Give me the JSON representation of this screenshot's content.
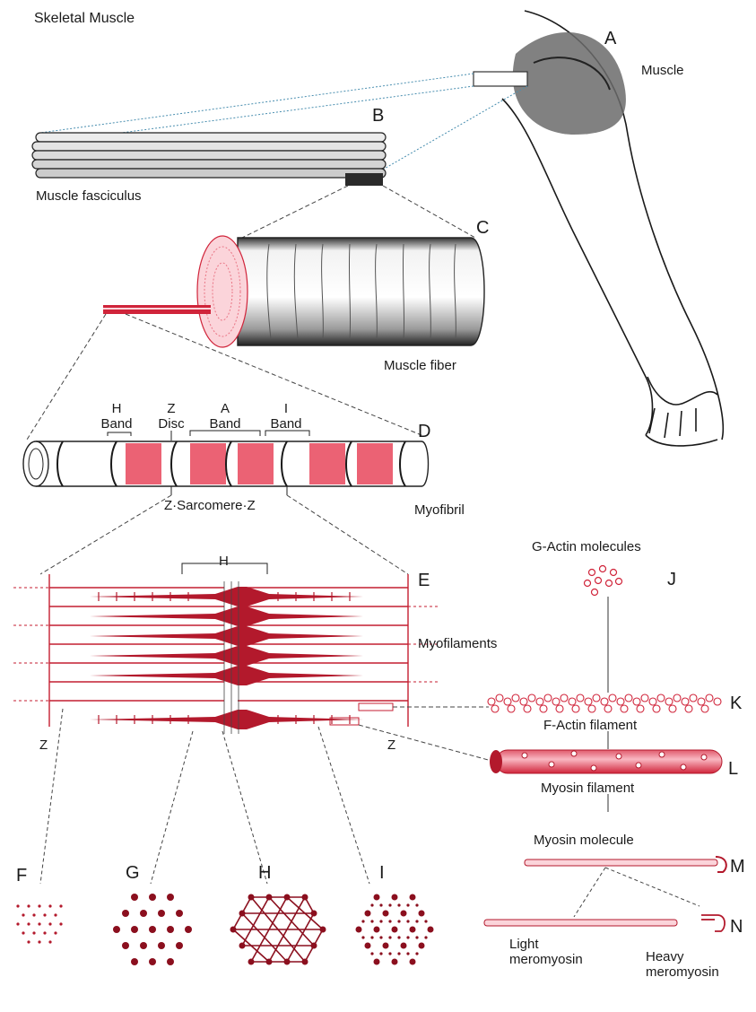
{
  "title": "Skeletal Muscle",
  "colors": {
    "ink": "#1a1a1a",
    "accent": "#d0243a",
    "dark_red": "#8b0f1e",
    "pink": "#f4a0ad",
    "light_pink": "#fbd4da"
  },
  "letters": {
    "A": "A",
    "B": "B",
    "C": "C",
    "D": "D",
    "E": "E",
    "F": "F",
    "G": "G",
    "H": "H",
    "I": "I",
    "J": "J",
    "K": "K",
    "L": "L",
    "M": "M",
    "N": "N"
  },
  "labels": {
    "muscle": "Muscle",
    "fasciculus": "Muscle fasciculus",
    "fiber": "Muscle fiber",
    "myofibril": "Myofibril",
    "h_band_1": "H",
    "h_band_2": "Band",
    "z_disc_1": "Z",
    "z_disc_2": "Disc",
    "a_band_1": "A",
    "a_band_2": "Band",
    "i_band_1": "I",
    "i_band_2": "Band",
    "sarcomere": "Z·Sarcomere·Z",
    "h_zone": "H",
    "myofilaments": "Myofilaments",
    "z_left": "Z",
    "z_right": "Z",
    "g_actin": "G-Actin molecules",
    "f_actin": "F-Actin filament",
    "myosin_filament": "Myosin filament",
    "myosin_molecule": "Myosin molecule",
    "light_1": "Light",
    "light_2": "meromyosin",
    "heavy_1": "Heavy",
    "heavy_2": "meromyosin"
  }
}
